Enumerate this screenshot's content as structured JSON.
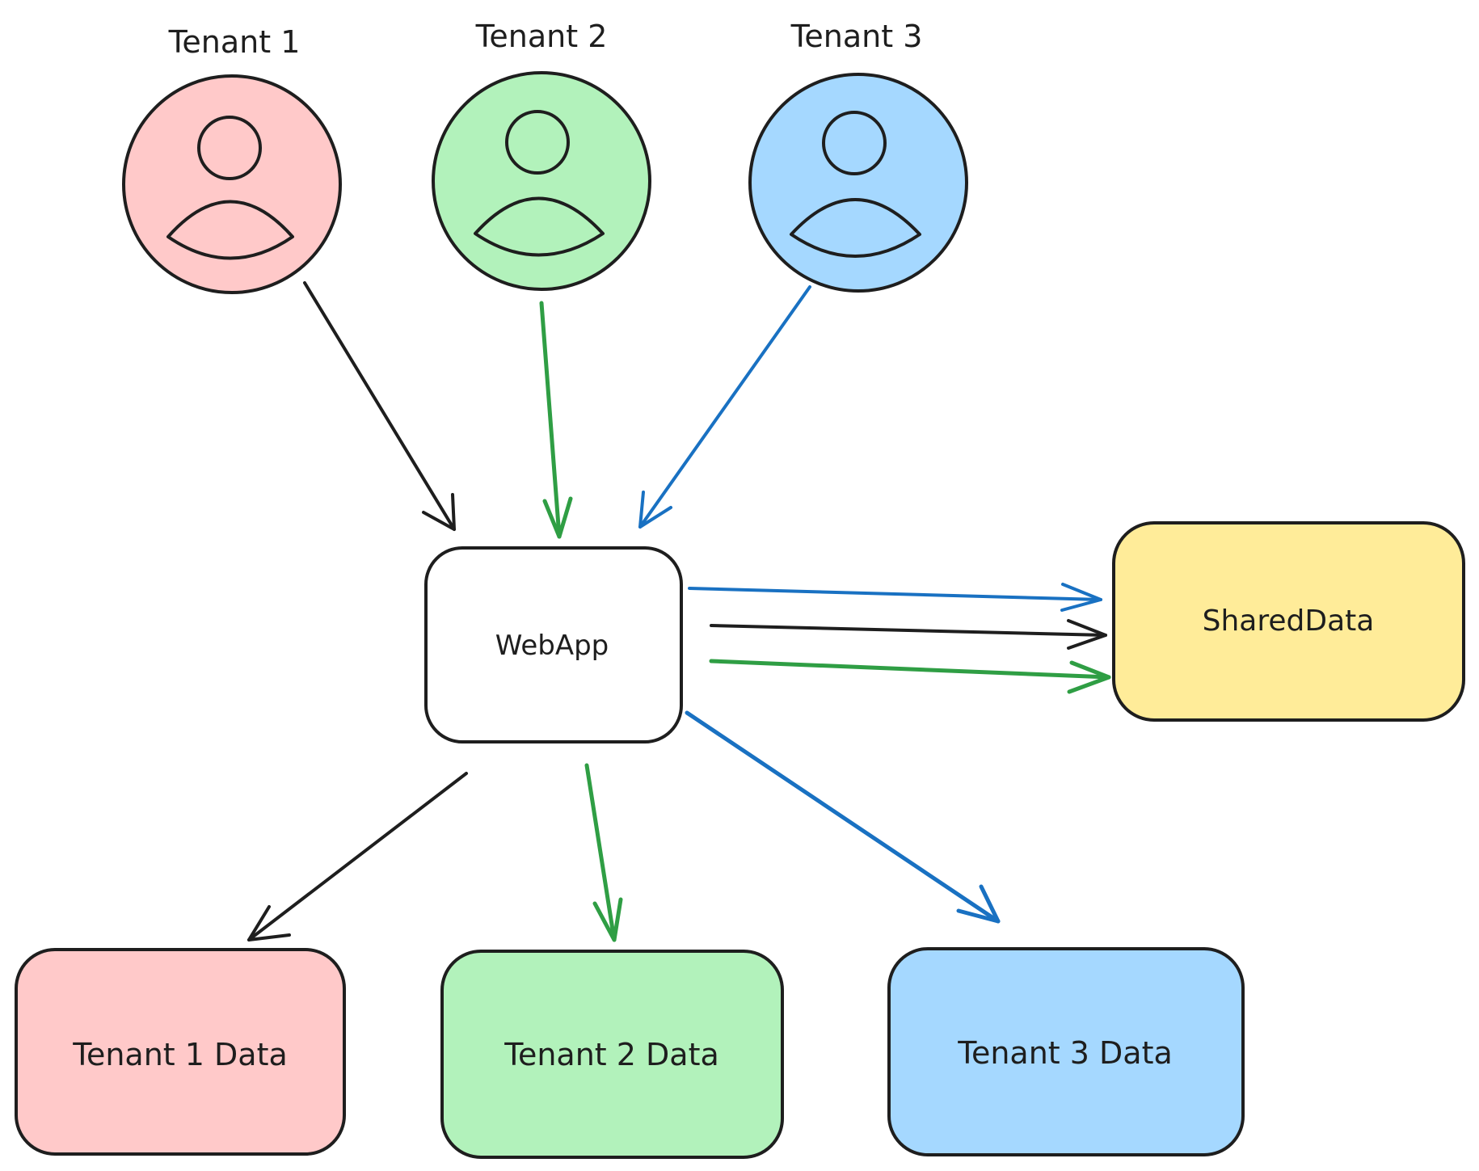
{
  "colors": {
    "ink": "#1e1e1e",
    "tenant1": "#ffc9c9",
    "tenant2": "#b2f2bb",
    "tenant3": "#a5d8ff",
    "shared": "#ffec99",
    "webapp": "#ffffff",
    "arrow_black": "#1e1e1e",
    "arrow_green": "#2f9e44",
    "arrow_blue": "#1971c2"
  },
  "tenants": [
    {
      "label": "Tenant 1",
      "icon": "person-icon"
    },
    {
      "label": "Tenant 2",
      "icon": "person-icon"
    },
    {
      "label": "Tenant 3",
      "icon": "person-icon"
    }
  ],
  "webapp": {
    "label": "WebApp"
  },
  "shared_data": {
    "label": "SharedData"
  },
  "tenant_data": [
    {
      "label": "Tenant 1 Data"
    },
    {
      "label": "Tenant 2 Data"
    },
    {
      "label": "Tenant 3 Data"
    }
  ],
  "connections": [
    {
      "from": "Tenant 1",
      "to": "WebApp",
      "color": "#1e1e1e"
    },
    {
      "from": "Tenant 2",
      "to": "WebApp",
      "color": "#2f9e44"
    },
    {
      "from": "Tenant 3",
      "to": "WebApp",
      "color": "#1971c2"
    },
    {
      "from": "WebApp",
      "to": "SharedData",
      "color": "#1971c2"
    },
    {
      "from": "WebApp",
      "to": "SharedData",
      "color": "#1e1e1e"
    },
    {
      "from": "WebApp",
      "to": "SharedData",
      "color": "#2f9e44"
    },
    {
      "from": "WebApp",
      "to": "Tenant 1 Data",
      "color": "#1e1e1e"
    },
    {
      "from": "WebApp",
      "to": "Tenant 2 Data",
      "color": "#2f9e44"
    },
    {
      "from": "WebApp",
      "to": "Tenant 3 Data",
      "color": "#1971c2"
    }
  ]
}
